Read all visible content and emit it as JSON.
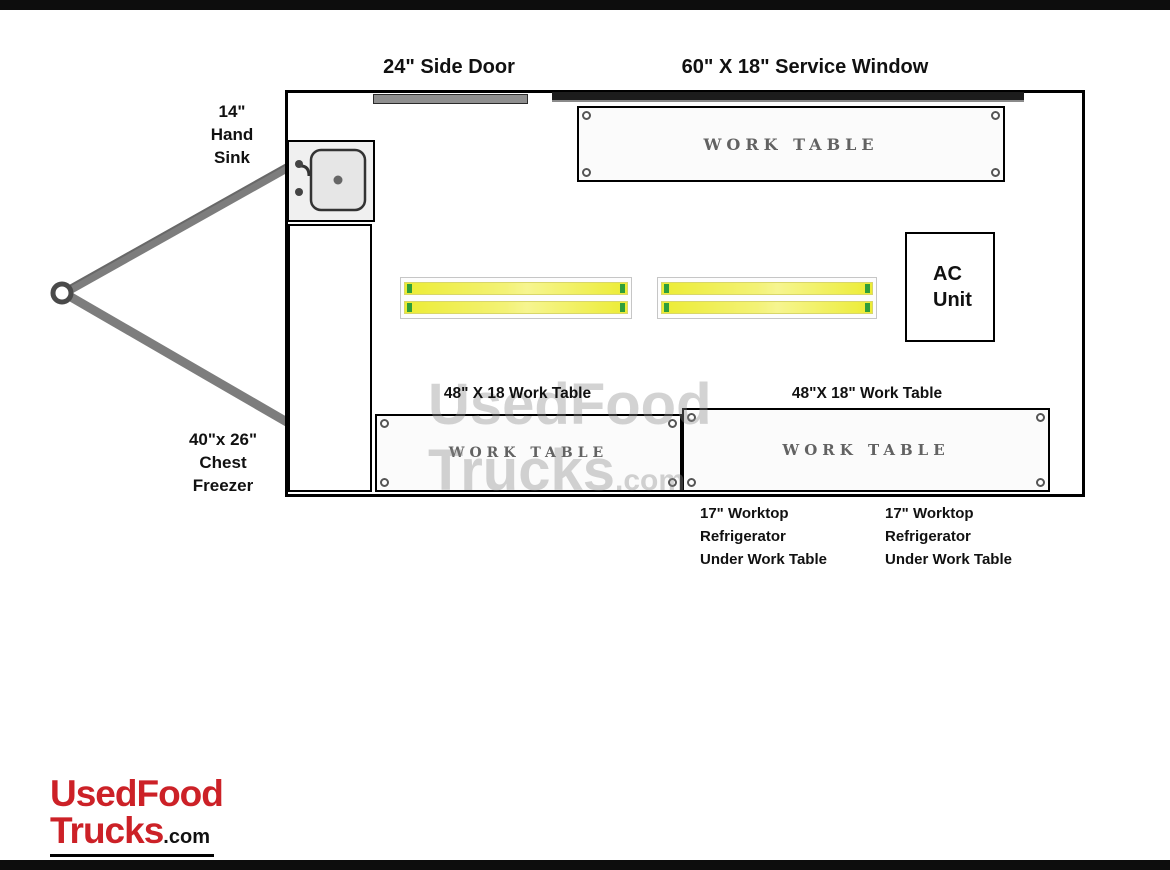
{
  "plan": {
    "side_door_label": "24\" Side Door",
    "service_window_label": "60\" X 18\" Service Window",
    "hand_sink_label": [
      "14\"",
      "Hand",
      "Sink"
    ],
    "chest_freezer_label": [
      "40\"x 26\"",
      "Chest",
      "Freezer"
    ],
    "work_table_top_text": "WORK TABLE",
    "work_table_bottom_left_text": "WORK TABLE",
    "work_table_bottom_right_text": "WORK TABLE",
    "work_table_left_label": "48\" X 18 Work Table",
    "work_table_right_label": "48\"X 18\" Work Table",
    "ac_unit_label": [
      "AC",
      "Unit"
    ],
    "worktop_fridge_left_label": [
      "17\" Worktop",
      "Refrigerator",
      "Under Work Table"
    ],
    "worktop_fridge_right_label": [
      "17\" Worktop",
      "Refrigerator",
      "Under Work Table"
    ]
  },
  "watermark": {
    "line1": "UsedFood",
    "line2": "Trucks",
    "suffix": ".com"
  },
  "logo": {
    "line1": "UsedFood",
    "line2": "Trucks",
    "suffix": ".com"
  },
  "colors": {
    "accent_red": "#cc2127",
    "light_tube_yellow": "#ecec34",
    "light_cap_green": "#2f9e3a",
    "wall_black": "#000000"
  }
}
